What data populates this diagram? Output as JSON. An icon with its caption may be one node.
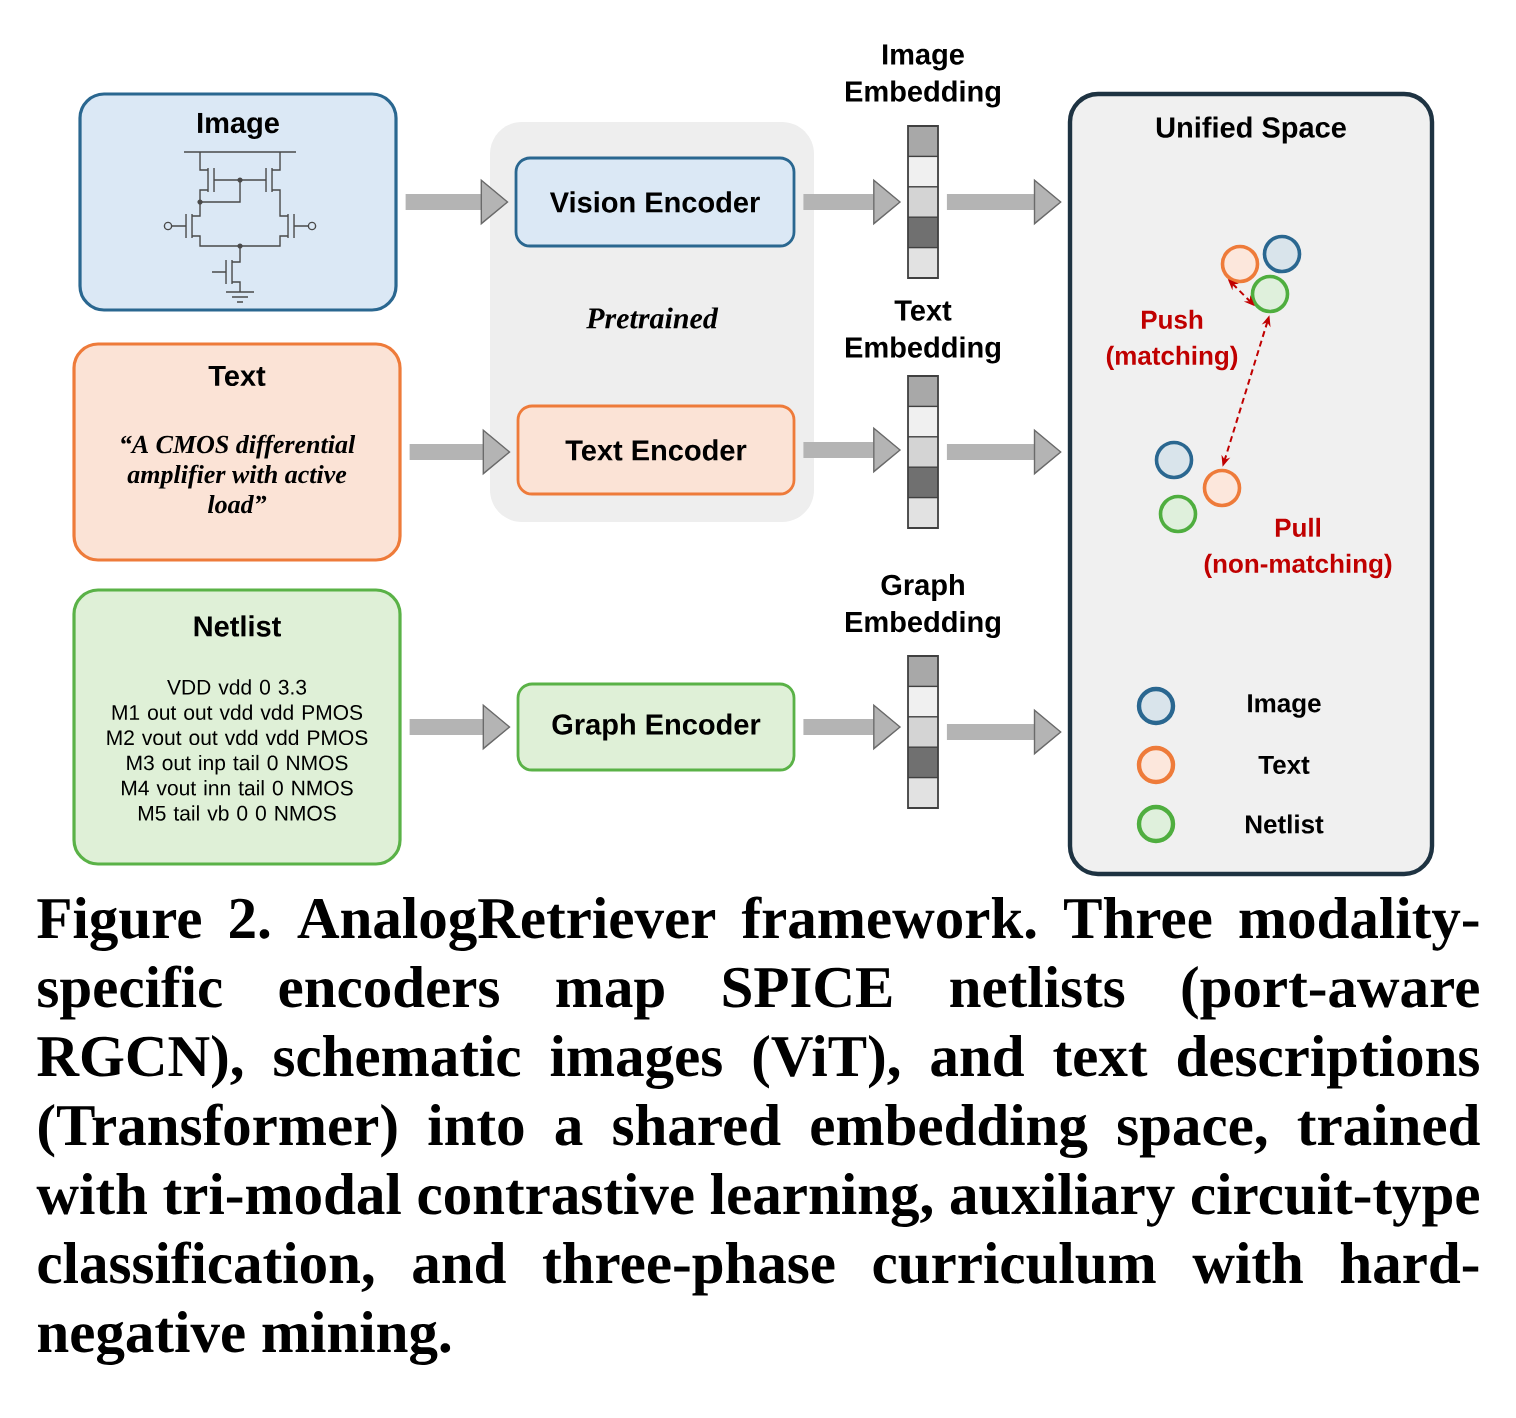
{
  "diagram": {
    "caption": "Figure 2. AnalogRetriever framework. Three modality-specific encoders map SPICE netlists (port-aware RGCN), schematic images (ViT), and text descriptions (Transformer) into a shared embedding space, trained with tri-modal contrastive learning, auxiliary circuit-type classification, and three-phase curriculum with hard-negative mining.",
    "nodes": [
      {
        "text": [
          "Image"
        ]
      },
      {
        "text": [
          "Text",
          "“A CMOS differential amplifier with active load”"
        ]
      },
      {
        "text": [
          "Netlist",
          "VDD vdd 0 3.3",
          "M1 out out vdd vdd PMOS",
          "M2 vout out vdd vdd PMOS",
          "M3 out inp tail 0 NMOS",
          "M4 vout inn tail 0 NMOS",
          "M5 tail vb 0 0 NMOS"
        ]
      },
      {
        "text": [
          "Pretrained"
        ]
      },
      {
        "text": [
          "Vision Encoder"
        ],
        "in": 3
      },
      {
        "text": [
          "Text Encoder"
        ],
        "in": 3
      },
      {
        "text": [
          "Graph Encoder"
        ]
      },
      {
        "text": [
          "Image Embedding"
        ]
      },
      {
        "text": [
          "Text Embedding"
        ]
      },
      {
        "text": [
          "Graph Embedding"
        ]
      },
      {
        "text": [
          "Unified Space"
        ]
      },
      {
        "text": [],
        "shape": "circle",
        "in": 10
      },
      {
        "text": [],
        "shape": "circle",
        "in": 10
      },
      {
        "text": [],
        "shape": "circle",
        "in": 10
      },
      {
        "text": [],
        "shape": "circle",
        "in": 10
      },
      {
        "text": [],
        "shape": "circle",
        "in": 10
      },
      {
        "text": [],
        "shape": "circle",
        "in": 10
      }
    ],
    "edges": [
      {
        "from": 0,
        "to": 4,
        "arrow": "to"
      },
      {
        "from": 1,
        "to": 5,
        "arrow": "to"
      },
      {
        "from": 2,
        "to": 6,
        "arrow": "to"
      },
      {
        "from": 4,
        "to": 7,
        "arrow": "to"
      },
      {
        "from": 5,
        "to": 8,
        "arrow": "to"
      },
      {
        "from": 6,
        "to": 9,
        "arrow": "to"
      },
      {
        "from": 7,
        "to": 10,
        "arrow": "to"
      },
      {
        "from": 8,
        "to": 10,
        "arrow": "to"
      },
      {
        "from": 9,
        "to": 10,
        "arrow": "to"
      },
      {
        "from": 12,
        "to": 13,
        "arrow": "both",
        "style": "dashed",
        "color": "#c00000",
        "label": "Push (matching)"
      },
      {
        "from": 13,
        "to": 15,
        "arrow": "both",
        "style": "dashed",
        "color": "#c00000",
        "label": "Pull (non-matching)"
      }
    ],
    "legend": [
      {
        "text": "Image",
        "color": "#2a6790"
      },
      {
        "text": "Text",
        "color": "#ee7b3a"
      },
      {
        "text": "Netlist",
        "color": "#4fae3f"
      }
    ]
  }
}
